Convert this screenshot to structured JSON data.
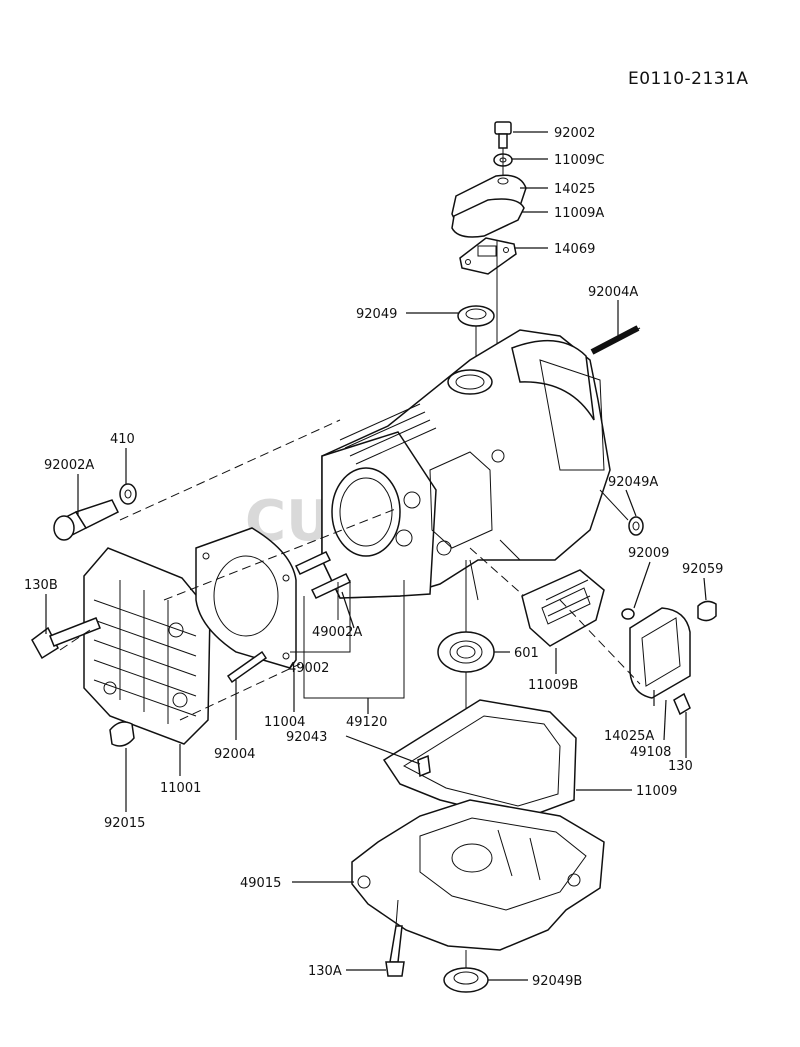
{
  "diagram_code": "E0110-2131A",
  "watermark": "CUTPARTS",
  "parts": {
    "p92002": "92002",
    "p11009C": "11009C",
    "p14025": "14025",
    "p11009A": "11009A",
    "p14069": "14069",
    "p92049": "92049",
    "p92004A": "92004A",
    "p410": "410",
    "p92002A": "92002A",
    "p92049A": "92049A",
    "p130B": "130B",
    "p92009": "92009",
    "p92059": "92059",
    "p49002A": "49002A",
    "p601": "601",
    "p49002": "49002",
    "p11009B": "11009B",
    "p11004": "11004",
    "p49120": "49120",
    "p92004": "92004",
    "p14025A": "14025A",
    "p92043": "92043",
    "p49108": "49108",
    "p130": "130",
    "p11001": "11001",
    "p11009": "11009",
    "p92015": "92015",
    "p49015": "49015",
    "p130A": "130A",
    "p92049B": "92049B"
  }
}
